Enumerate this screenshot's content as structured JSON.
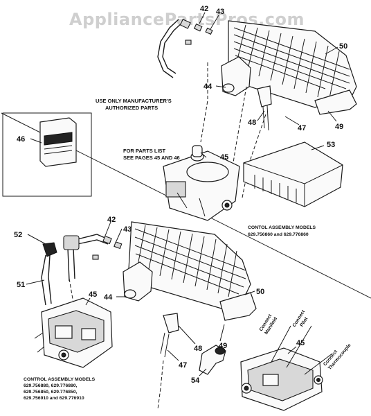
{
  "watermark": "AppliancePartsPros.com",
  "notice": {
    "line1": "USE ONLY MANUFACTURER'S",
    "line2": "AUTHORIZED PARTS"
  },
  "parts_list_note": {
    "line1": "FOR PARTS LIST",
    "line2": "SEE PAGES 45 AND 46"
  },
  "caption_upper": {
    "line1": "CONTOL ASSEMBLY MODELS",
    "line2": "629.756860 and 629.776860"
  },
  "caption_lower": {
    "line1": "CONTROL ASSEMBLY MODELS",
    "line2": "629.756880, 629.776880,",
    "line3": "629.756850, 629.776850,",
    "line4": "629.756910 and 629.776910"
  },
  "connections": {
    "manifold_1": "Connect",
    "manifold_2": "Manifold",
    "pilot_1": "Connect",
    "pilot_2": "Pilot",
    "thermo_1": "Connect",
    "thermo_2": "Thermocouple"
  },
  "callouts": {
    "c42_top": "42",
    "c43_top": "43",
    "c50_top": "50",
    "c44_top": "44",
    "c46": "46",
    "c48_top": "48",
    "c47_top": "47",
    "c49_top": "49",
    "c45_top": "45",
    "c53": "53",
    "c52": "52",
    "c42_bot": "42",
    "c43_bot": "43",
    "c51": "51",
    "c45_bot": "45",
    "c44_bot": "44",
    "c50_bot": "50",
    "c49_bot": "49",
    "c48_bot": "48",
    "c47_bot": "47",
    "c54": "54",
    "c45_right": "45"
  }
}
